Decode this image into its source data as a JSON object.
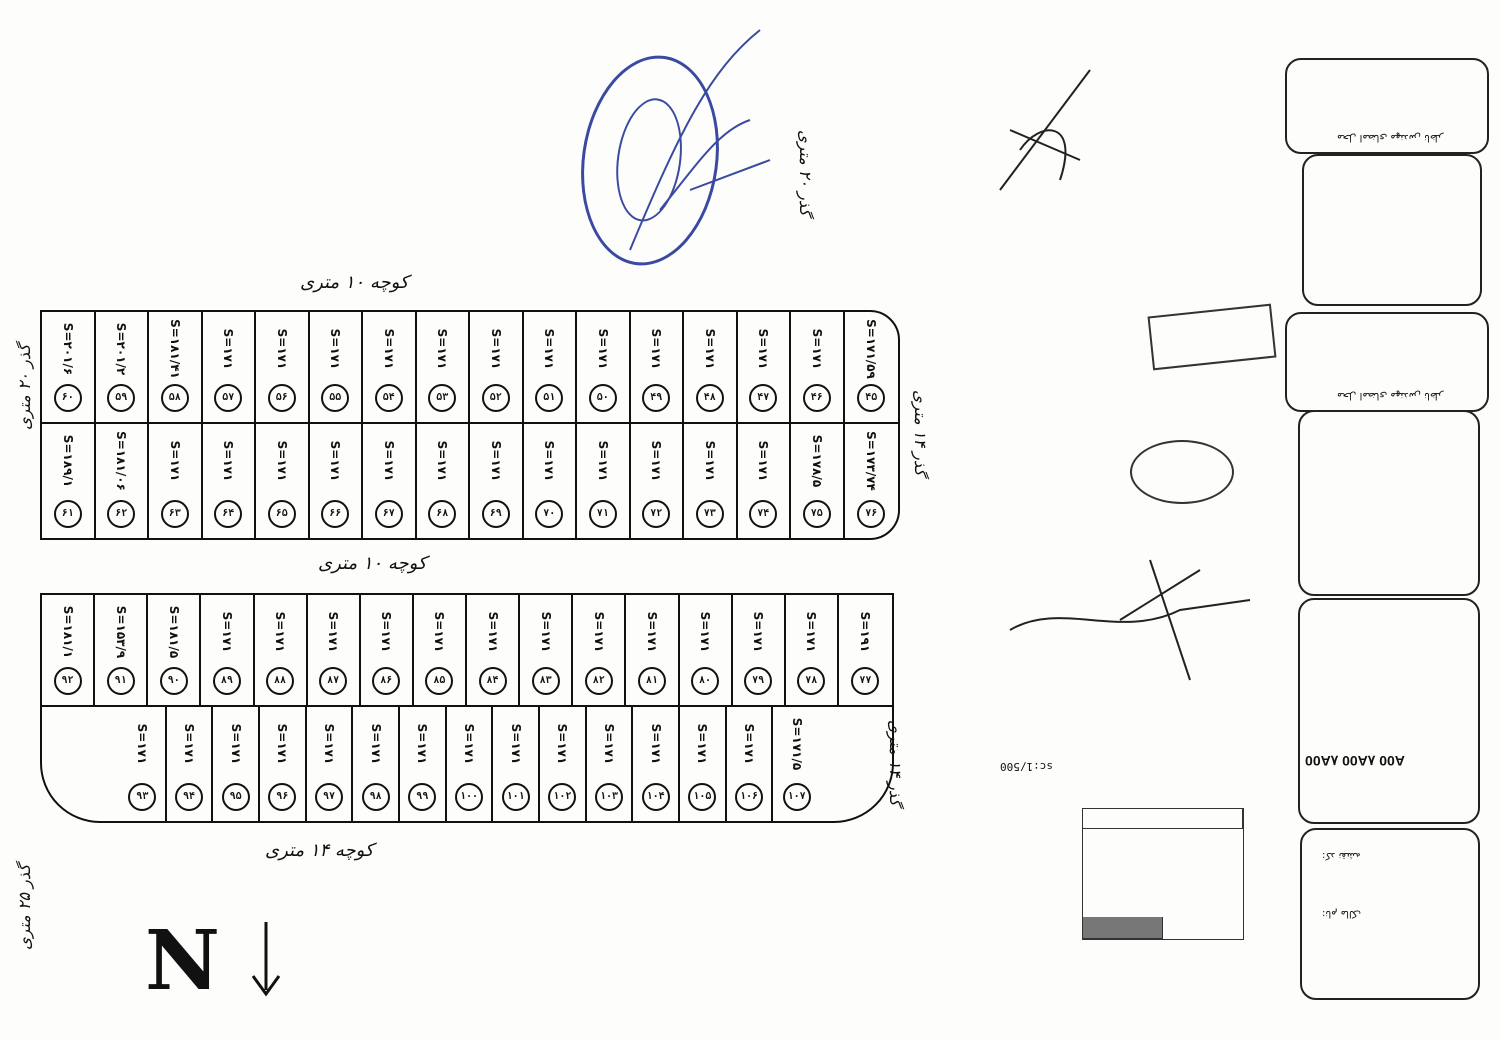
{
  "map": {
    "north_label": "N",
    "scale": "sc:1/500",
    "code": "A00 ۸A00 ۸A00"
  },
  "streets": {
    "top": "کوچه ۱۰ متری",
    "middle": "کوچه ۱۰ متری",
    "bottom": "کوچه ۱۴ متری",
    "right_upper": "گذر ۱۴ متری",
    "right_lower": "گذر ۱۴ متری",
    "left_upper": "گذر ۲۰ متری",
    "left_lower": "گذر ۲۵ متری",
    "top_right_road": "گذر ۲۰ متری"
  },
  "block_upper": {
    "top_row": [
      {
        "num": "۶۰",
        "area": "S=۲۰۱/۶"
      },
      {
        "num": "۵۹",
        "area": "S=۲۰۱/۲"
      },
      {
        "num": "۵۸",
        "area": "S=۱۸۱/۴۱"
      },
      {
        "num": "۵۷",
        "area": "S=۱۷۱"
      },
      {
        "num": "۵۶",
        "area": "S=۱۷۱"
      },
      {
        "num": "۵۵",
        "area": "S=۱۷۱"
      },
      {
        "num": "۵۴",
        "area": "S=۱۷۱"
      },
      {
        "num": "۵۳",
        "area": "S=۱۷۱"
      },
      {
        "num": "۵۲",
        "area": "S=۱۷۱"
      },
      {
        "num": "۵۱",
        "area": "S=۱۷۱"
      },
      {
        "num": "۵۰",
        "area": "S=۱۷۱"
      },
      {
        "num": "۴۹",
        "area": "S=۱۷۱"
      },
      {
        "num": "۴۸",
        "area": "S=۱۷۱"
      },
      {
        "num": "۴۷",
        "area": "S=۱۷۱"
      },
      {
        "num": "۴۶",
        "area": "S=۱۷۱"
      },
      {
        "num": "۴۵",
        "area": "S=۱۷۱/۵۹"
      }
    ],
    "bottom_row": [
      {
        "num": "۶۱",
        "area": "S=۱۸۹/۱"
      },
      {
        "num": "۶۲",
        "area": "S=۱۸۱/۰۶"
      },
      {
        "num": "۶۳",
        "area": "S=۱۷۱"
      },
      {
        "num": "۶۴",
        "area": "S=۱۷۱"
      },
      {
        "num": "۶۵",
        "area": "S=۱۷۱"
      },
      {
        "num": "۶۶",
        "area": "S=۱۷۱"
      },
      {
        "num": "۶۷",
        "area": "S=۱۷۱"
      },
      {
        "num": "۶۸",
        "area": "S=۱۷۱"
      },
      {
        "num": "۶۹",
        "area": "S=۱۷۱"
      },
      {
        "num": "۷۰",
        "area": "S=۱۷۱"
      },
      {
        "num": "۷۱",
        "area": "S=۱۷۱"
      },
      {
        "num": "۷۲",
        "area": "S=۱۷۱"
      },
      {
        "num": "۷۳",
        "area": "S=۱۷۱"
      },
      {
        "num": "۷۴",
        "area": "S=۱۷۱"
      },
      {
        "num": "۷۵",
        "area": "S=۱۷۸/۵"
      },
      {
        "num": "۷۶",
        "area": "S=۱۷۳/۷۴"
      }
    ]
  },
  "block_lower": {
    "top_row": [
      {
        "num": "۹۲",
        "area": "S=۱۸۱/۱"
      },
      {
        "num": "۹۱",
        "area": "S=۱۵۳/۹"
      },
      {
        "num": "۹۰",
        "area": "S=۱۸۱/۵"
      },
      {
        "num": "۸۹",
        "area": "S=۱۷۱"
      },
      {
        "num": "۸۸",
        "area": "S=۱۷۱"
      },
      {
        "num": "۸۷",
        "area": "S=۱۷۱"
      },
      {
        "num": "۸۶",
        "area": "S=۱۷۱"
      },
      {
        "num": "۸۵",
        "area": "S=۱۷۱"
      },
      {
        "num": "۸۴",
        "area": "S=۱۷۱"
      },
      {
        "num": "۸۳",
        "area": "S=۱۷۱"
      },
      {
        "num": "۸۲",
        "area": "S=۱۷۱"
      },
      {
        "num": "۸۱",
        "area": "S=۱۷۱"
      },
      {
        "num": "۸۰",
        "area": "S=۱۷۱"
      },
      {
        "num": "۷۹",
        "area": "S=۱۷۱"
      },
      {
        "num": "۷۸",
        "area": "S=۱۷۱"
      },
      {
        "num": "۷۷",
        "area": "S=۱۹۱"
      }
    ],
    "bottom_row": [
      {
        "num": "۹۳",
        "area": "S=۱۷۱"
      },
      {
        "num": "۹۴",
        "area": "S=۱۷۱"
      },
      {
        "num": "۹۵",
        "area": "S=۱۷۱"
      },
      {
        "num": "۹۶",
        "area": "S=۱۷۱"
      },
      {
        "num": "۹۷",
        "area": "S=۱۷۱"
      },
      {
        "num": "۹۸",
        "area": "S=۱۷۱"
      },
      {
        "num": "۹۹",
        "area": "S=۱۷۱"
      },
      {
        "num": "۱۰۰",
        "area": "S=۱۷۱"
      },
      {
        "num": "۱۰۱",
        "area": "S=۱۷۱"
      },
      {
        "num": "۱۰۲",
        "area": "S=۱۷۱"
      },
      {
        "num": "۱۰۳",
        "area": "S=۱۷۱"
      },
      {
        "num": "۱۰۴",
        "area": "S=۱۷۱"
      },
      {
        "num": "۱۰۵",
        "area": "S=۱۷۱"
      },
      {
        "num": "۱۰۶",
        "area": "S=۱۷۱"
      },
      {
        "num": "۱۰۷",
        "area": "S=۱۷۱/۵"
      }
    ]
  },
  "title_panel": {
    "stamp_caption": "محل امضای مهندس ناظر",
    "code_label": "کد نقشه:",
    "owner_label": "نام مالک:"
  },
  "colors": {
    "stamp_blue": "#3a4aa0",
    "ink": "#111111"
  }
}
